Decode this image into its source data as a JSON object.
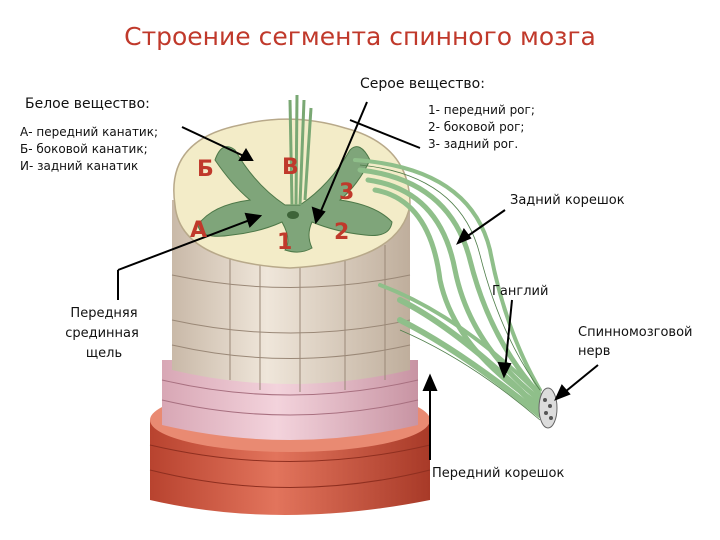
{
  "title": "Строение сегмента спинного мозга",
  "white_matter": {
    "heading": "Белое вещество:",
    "items": [
      "А- передний канатик;",
      "Б- боковой канатик;",
      "И- задний канатик"
    ]
  },
  "gray_matter": {
    "heading": "Серое вещество:",
    "items": [
      "1- передний рог;",
      "2- боковой рог;",
      "3- задний рог."
    ]
  },
  "labels": {
    "dorsal_root": "Задний корешок",
    "ganglion": "Ганглий",
    "spinal_nerve_line1": "Спинномозговой",
    "spinal_nerve_line2": "нерв",
    "ventral_root": "Передний корешок",
    "fissure_line1": "Передняя",
    "fissure_line2": "срединная",
    "fissure_line3": "щель"
  },
  "markers": {
    "A": "А",
    "B": "Б",
    "V": "В",
    "n1": "1",
    "n2": "2",
    "n3": "3"
  },
  "colors": {
    "title": "#c0392b",
    "marker": "#c0392b",
    "gray_matter": "#7fa57a",
    "white_matter": "#f3ecc8",
    "nerve": "#8fbf8a",
    "membrane": "#d9604a"
  }
}
